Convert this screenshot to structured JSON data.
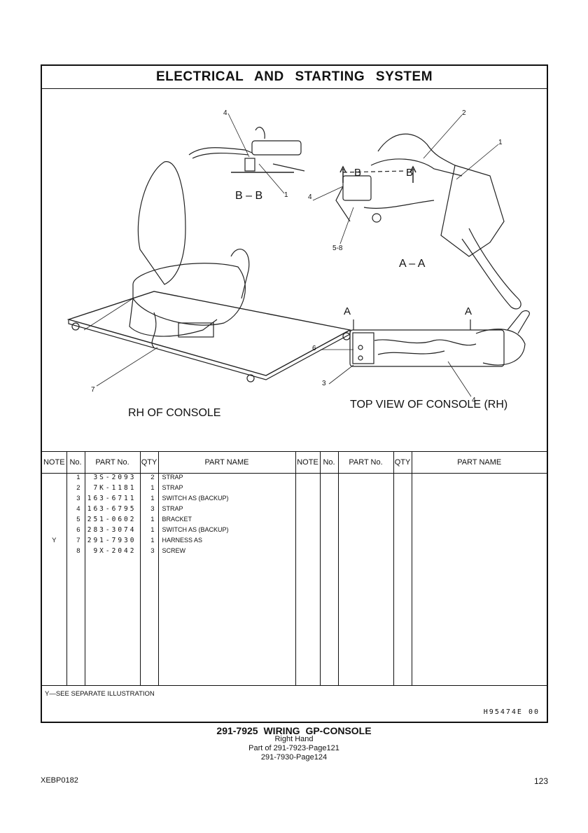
{
  "page": {
    "title": "ELECTRICAL AND STARTING SYSTEM",
    "views": {
      "bb": "B – B",
      "aa": "A – A",
      "rh_console": "RH OF CONSOLE",
      "top_view": "TOP VIEW OF CONSOLE (RH)"
    },
    "section_markers": {
      "a_left": "A",
      "a_right": "A",
      "b_left": "B",
      "b_right": "B"
    },
    "callouts": {
      "bb_4": "4",
      "bb_1": "1",
      "aa_2": "2",
      "aa_1": "1",
      "aa_4": "4",
      "aa_58": "5-8",
      "rh_7": "7",
      "top_6": "6",
      "top_3": "3",
      "top_4": "4"
    }
  },
  "parts_table": {
    "headers": [
      "NOTE",
      "No.",
      "PART No.",
      "QTY",
      "PART NAME",
      "NOTE",
      "No.",
      "PART No.",
      "QTY",
      "PART NAME"
    ],
    "rows": [
      {
        "note": "",
        "no": "1",
        "part_no": "3S-2093",
        "qty": "2",
        "name": "STRAP"
      },
      {
        "note": "",
        "no": "2",
        "part_no": "7K-1181",
        "qty": "1",
        "name": "STRAP"
      },
      {
        "note": "",
        "no": "3",
        "part_no": "163-6711",
        "qty": "1",
        "name": "SWITCH AS (BACKUP)"
      },
      {
        "note": "",
        "no": "4",
        "part_no": "163-6795",
        "qty": "3",
        "name": "STRAP"
      },
      {
        "note": "",
        "no": "5",
        "part_no": "251-0602",
        "qty": "1",
        "name": "BRACKET"
      },
      {
        "note": "",
        "no": "6",
        "part_no": "283-3074",
        "qty": "1",
        "name": "SWITCH AS (BACKUP)"
      },
      {
        "note": "Y",
        "no": "7",
        "part_no": "291-7930",
        "qty": "1",
        "name": "HARNESS AS"
      },
      {
        "note": "",
        "no": "8",
        "part_no": "9X-2042",
        "qty": "3",
        "name": "SCREW"
      }
    ]
  },
  "footnote": "Y—SEE SEPARATE ILLUSTRATION",
  "illustration_id": "H95474E   00",
  "caption": {
    "main": "291-7925 WIRING GP-CONSOLE",
    "line2": "Right Hand",
    "line3": "Part of 291-7923-Page121",
    "line4": "291-7930-Page124"
  },
  "publication": "XEBP0182",
  "page_number": "123"
}
